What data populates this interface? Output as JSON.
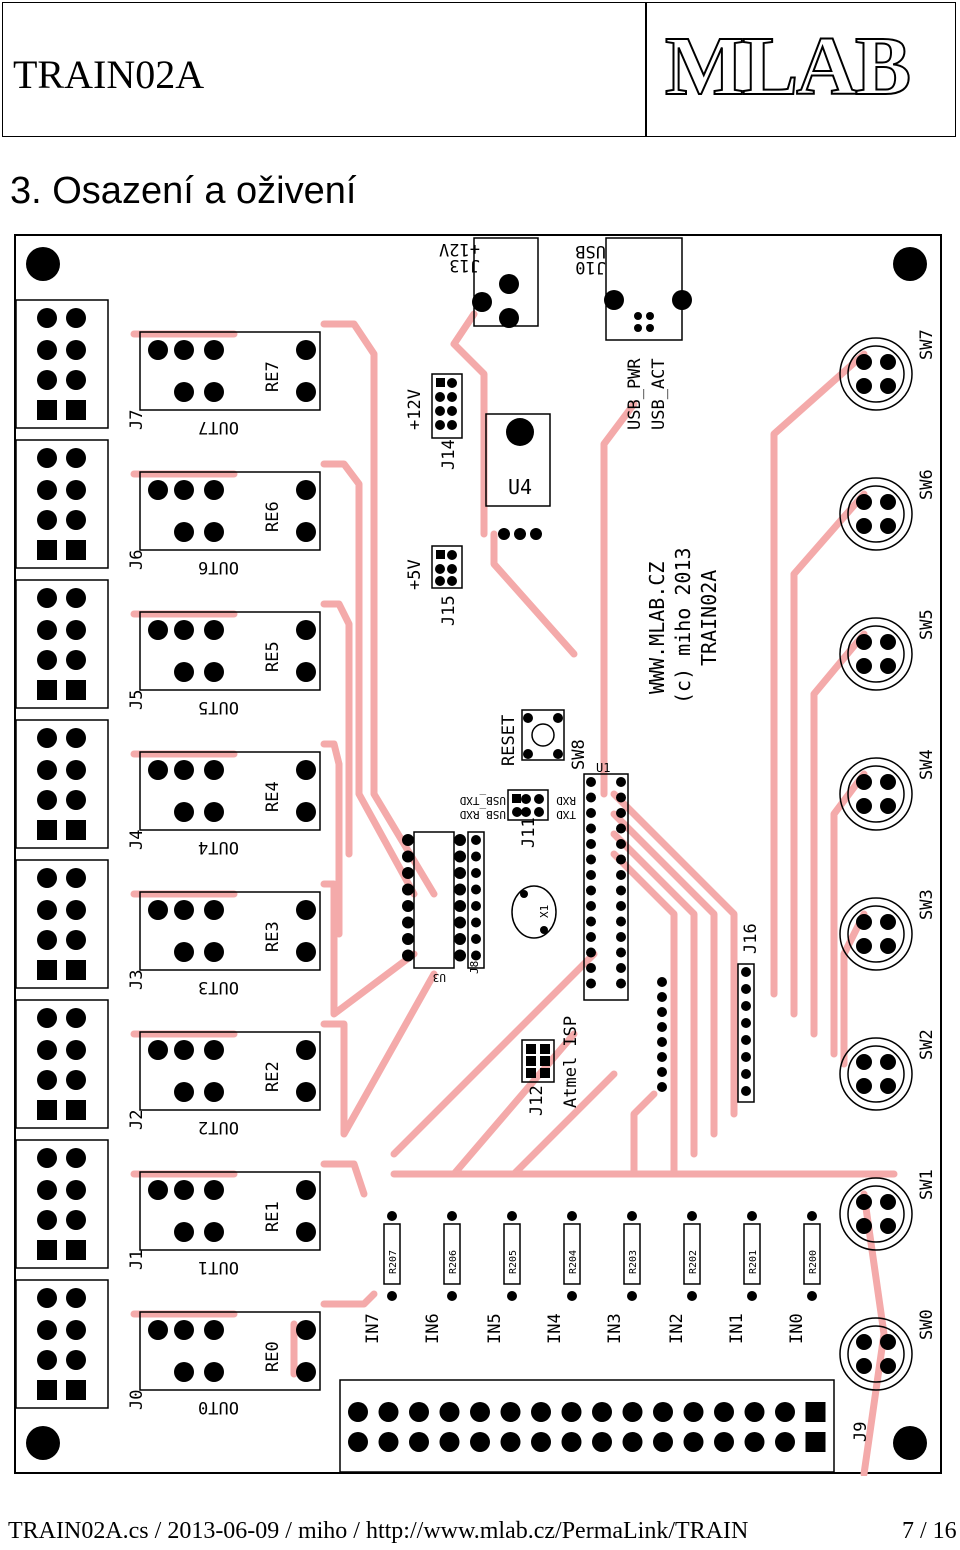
{
  "header": {
    "doc_title": "TRAIN02A",
    "logo_text": "MLAB"
  },
  "section": {
    "heading": "3. Osazení a oživení"
  },
  "board": {
    "connectors_out": [
      "J7",
      "J6",
      "J5",
      "J4",
      "J3",
      "J2",
      "J1",
      "J0"
    ],
    "relays": [
      "RE7",
      "RE6",
      "RE5",
      "RE4",
      "RE3",
      "RE2",
      "RE1",
      "RE0"
    ],
    "outputs": [
      "OUT7",
      "OUT6",
      "OUT5",
      "OUT4",
      "OUT3",
      "OUT2",
      "OUT1",
      "OUT0"
    ],
    "switches": [
      "SW7",
      "SW6",
      "SW5",
      "SW4",
      "SW3",
      "SW2",
      "SW1",
      "SW0"
    ],
    "resistors": [
      "R207",
      "R206",
      "R205",
      "R204",
      "R203",
      "R202",
      "R201",
      "R200"
    ],
    "inputs": [
      "IN7",
      "IN6",
      "IN5",
      "IN4",
      "IN3",
      "IN2",
      "IN1",
      "IN0"
    ],
    "j13": "J13",
    "j13_label": "+12V",
    "j10": "J10",
    "j10_label": "USB",
    "j14": "J14",
    "j14_label": "+12V",
    "j15": "J15",
    "j15_label": "+5V",
    "u4": "U4",
    "usb_pwr": "USB_PWR",
    "usb_act": "USB_ACT",
    "url": "WWW.MLAB.CZ",
    "copyright": "(c) miho 2013",
    "board_name": "TRAIN02A",
    "reset": "RESET",
    "sw8": "SW8",
    "u1": "U1",
    "j11": "J11",
    "usb_txd": "USB_TXD",
    "usb_rxd": "USB_RXD",
    "rxd": "RXD",
    "txd": "TXD",
    "x1": "X1",
    "u3": "U3",
    "j8": "J8",
    "j16": "J16",
    "j12": "J12",
    "atmel_isp": "Atmel ISP",
    "j9": "J9",
    "colors": {
      "copper": "#f4aaaa",
      "pad": "#000000",
      "silk": "#000000"
    }
  },
  "footer": {
    "left": "TRAIN02A.cs / 2013-06-09 / miho / http://www.mlab.cz/PermaLink/TRAIN",
    "right": "7 / 16"
  }
}
